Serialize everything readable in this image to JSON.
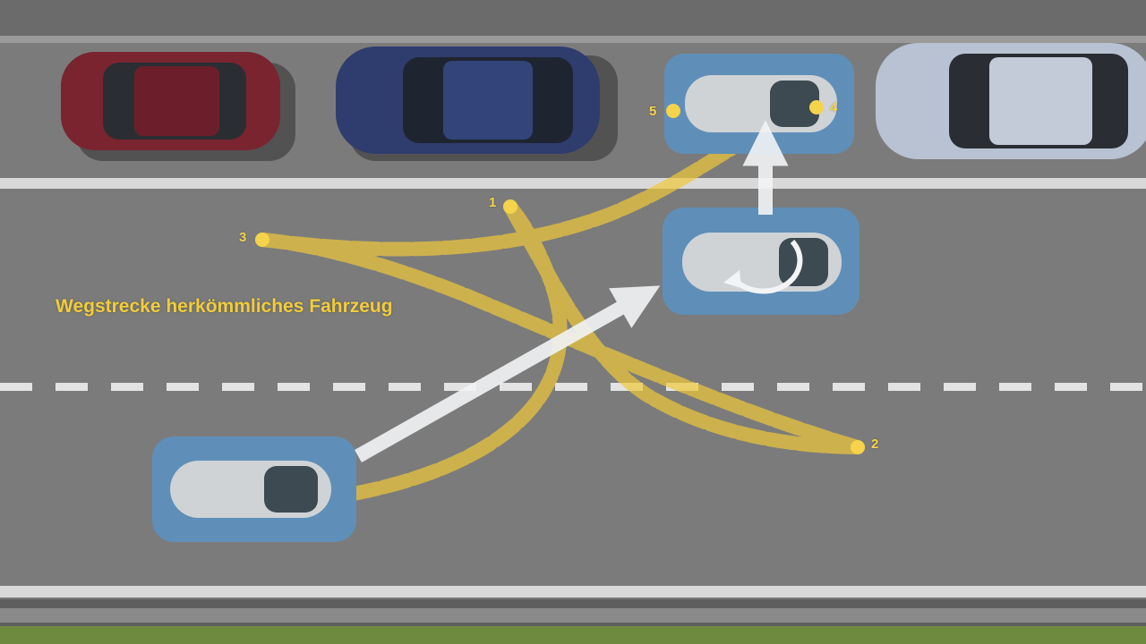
{
  "caption": "Wegstrecke herkömmliches Fahrzeug",
  "waypoints": [
    {
      "label": "1"
    },
    {
      "label": "2"
    },
    {
      "label": "3"
    },
    {
      "label": "4"
    },
    {
      "label": "5"
    }
  ],
  "colors": {
    "road": "#7b7b7b",
    "curb": "#6a6a6a",
    "lane_marking": "#e6e6e6",
    "path": "#f0c93a",
    "arrow": "#f2f4f6",
    "pod_body": "#5f8fb8",
    "red_car": "#7a2430",
    "blue_car": "#2e3c6e",
    "silver_car": "#b8c2d2",
    "grass": "#6e8a3e"
  }
}
